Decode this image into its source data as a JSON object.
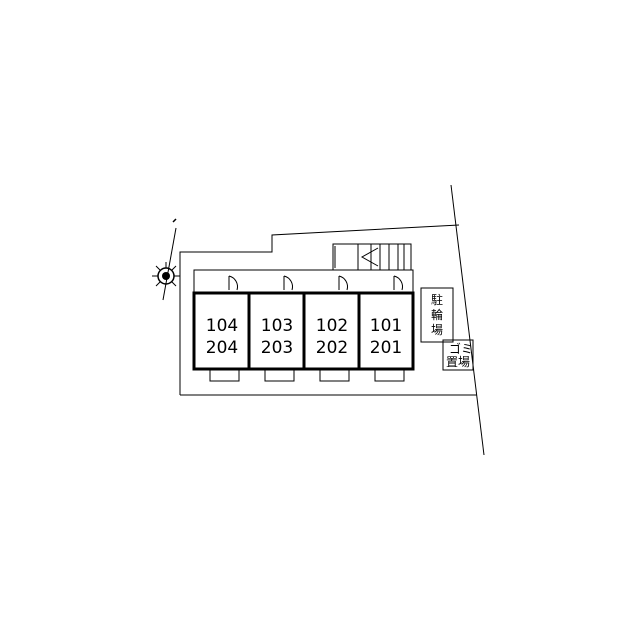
{
  "units": [
    {
      "upper": "104",
      "lower": "204"
    },
    {
      "upper": "103",
      "lower": "203"
    },
    {
      "upper": "102",
      "lower": "202"
    },
    {
      "upper": "101",
      "lower": "201"
    }
  ],
  "facilities": {
    "bicycle_parking": [
      "駐",
      "輪",
      "場"
    ],
    "garbage_area": {
      "line1": "ゴミ",
      "line2": "置場"
    }
  },
  "north_icon": "north-arrow-compass-icon",
  "colors": {
    "line": "#000000",
    "background": "#ffffff"
  }
}
